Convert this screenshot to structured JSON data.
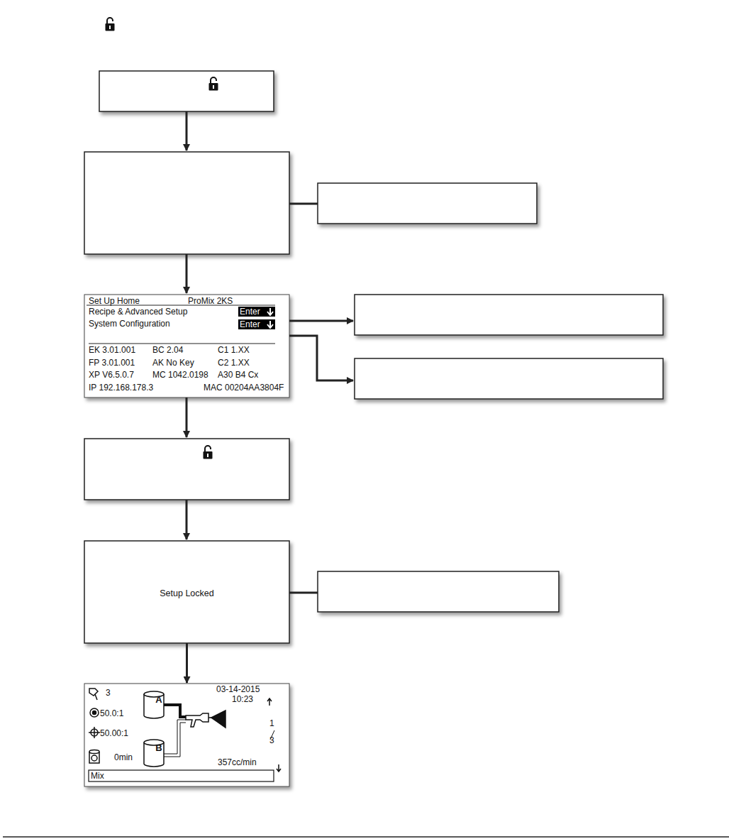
{
  "diagram": {
    "nodes": [
      {
        "text": [
          "Set Up Home",
          "ProMix 2KS",
          "Recipe & Advanced Setup",
          "Enter",
          "System Configuration",
          "Enter",
          "EK 3.01.001",
          "BC 2.04",
          "C1 1.XX",
          "FP 3.01.001",
          "AK No Key",
          "C2 1.XX",
          "XP V6.5.0.7",
          "MC 1042.0198",
          "A30 B4 Cx",
          "IP 192.168.178.3",
          "MAC 00204AA3804F"
        ]
      },
      {
        "text": [
          "Setup Locked"
        ]
      },
      {
        "text": [
          "3",
          "03-14-2015",
          "10:23",
          "50.0:1",
          "50.00:1",
          "0min",
          "1",
          "3",
          "357cc/min",
          "Mix",
          "A",
          "B"
        ]
      }
    ],
    "edges": [
      {
        "from": 1,
        "to": 2,
        "arrow": "to"
      }
    ]
  }
}
